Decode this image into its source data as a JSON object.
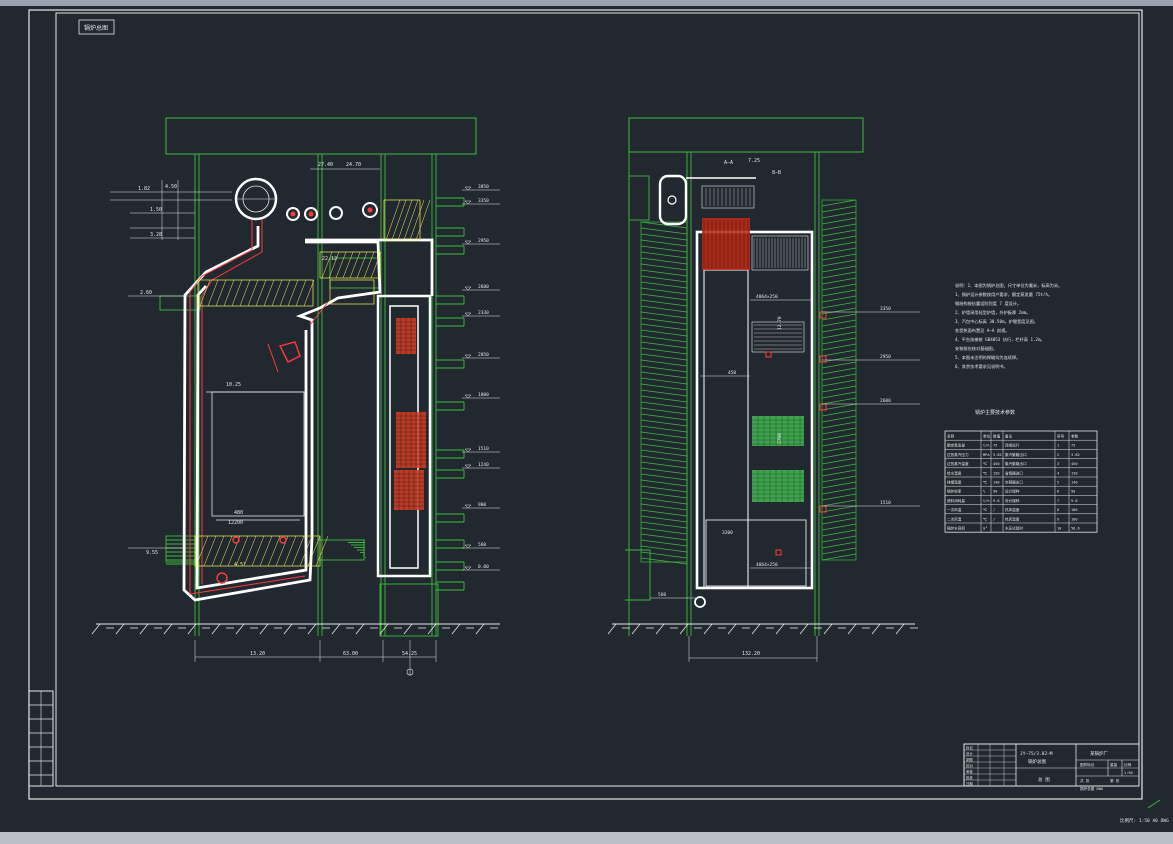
{
  "sheet": {
    "tag": "锅炉总图",
    "status_text": "比例尺: 1:50  A0  DWG",
    "colors": {
      "background": "#212830",
      "frame": "#e8e8e8",
      "steel": "#3dbb3d",
      "tube": "#ff3a3a",
      "duct": "#f2f25a",
      "wall": "#ffffff",
      "heating": "#e03a1e",
      "economizer": "#3fa34d"
    }
  },
  "left_view": {
    "top_dims": [
      "27.40",
      "24.70"
    ],
    "left_dims": [
      "1.82",
      "4.50",
      "1.50",
      "3.28",
      "2.60",
      "9.55"
    ],
    "inner_labels": [
      "10.25",
      "22.12",
      "480",
      "12200",
      "4.5°"
    ],
    "right_levels": [
      "3850",
      "3350",
      "2950",
      "2600",
      "2330",
      "2050",
      "1800",
      "1510",
      "1240",
      "900",
      "560",
      "0.00"
    ],
    "bottom_dims": [
      "13.20",
      "63.00",
      "54.25"
    ]
  },
  "right_view": {
    "section_label": "A—A",
    "top_labels": [
      "7.25",
      "8—B"
    ],
    "inner_labels": [
      "4864×250",
      "450",
      "2790",
      "12.70",
      "4864×250",
      "3200"
    ],
    "side_levels": [
      "3350",
      "2950",
      "2600",
      "1510",
      "560"
    ],
    "bottom_dim": "132.20"
  },
  "notes": {
    "lines": [
      "说明：1、本图为锅炉总图，尺寸单位为毫米，标高为米。",
      "1、锅炉设计参数按用户要求，额定蒸发量 75t/h。",
      "   钢结构按抗震设防烈度 7 度设计。",
      "2、炉墙采用轻型炉墙，外护板厚 2mm。",
      "3、汽包中心标高 38.50m，炉膛宽度见图。",
      "   各受热面布置见 A—A 剖视。",
      "4、平台扶梯按 GB4053 执行，栏杆高 1.2m。",
      "   安装前应核对基础图。",
      "5、本图未注明的焊缝均为连续焊。",
      "6、其余技术要求见说明书。"
    ]
  },
  "param_table": {
    "title": "锅炉主要技术参数",
    "headers": [
      "名称",
      "单位",
      "数值",
      "备注",
      "序号",
      "参数"
    ],
    "rows": [
      [
        "额定蒸发量",
        "t/h",
        "75",
        "连续运行",
        "1",
        "75"
      ],
      [
        "过热蒸汽压力",
        "MPa",
        "3.82",
        "集汽集箱出口",
        "2",
        "3.82"
      ],
      [
        "过热蒸汽温度",
        "℃",
        "450",
        "集汽集箱出口",
        "3",
        "450"
      ],
      [
        "给水温度",
        "℃",
        "150",
        "省煤器进口",
        "4",
        "150"
      ],
      [
        "排烟温度",
        "℃",
        "140",
        "空预器出口",
        "5",
        "140"
      ],
      [
        "锅炉效率",
        "%",
        "90",
        "设计煤种",
        "6",
        "90"
      ],
      [
        "燃料消耗量",
        "t/h",
        "9.6",
        "设计煤种",
        "7",
        "9.6"
      ],
      [
        "一次风温",
        "℃",
        "/",
        "热风温度",
        "8",
        "180"
      ],
      [
        "二次风温",
        "℃",
        "/",
        "热风温度",
        "9",
        "180"
      ],
      [
        "锅炉水容积",
        "m³",
        "",
        "水压试验时",
        "10",
        "58.6"
      ]
    ]
  },
  "revision_block": {
    "rows": [
      "标记",
      "设计",
      "制图",
      "校对",
      "审核",
      "批准",
      "日期"
    ]
  },
  "title_block": {
    "drawing_no": "JY—75/3.82—M",
    "drawing_name": "锅炉总图",
    "company": "某锅炉厂",
    "cells": [
      "图样标记",
      "重量",
      "比例",
      "共 张",
      "第 张"
    ],
    "scale": "1:50",
    "sheet_label": "总   图",
    "bottom_caption": "锅炉总图 DWG"
  }
}
